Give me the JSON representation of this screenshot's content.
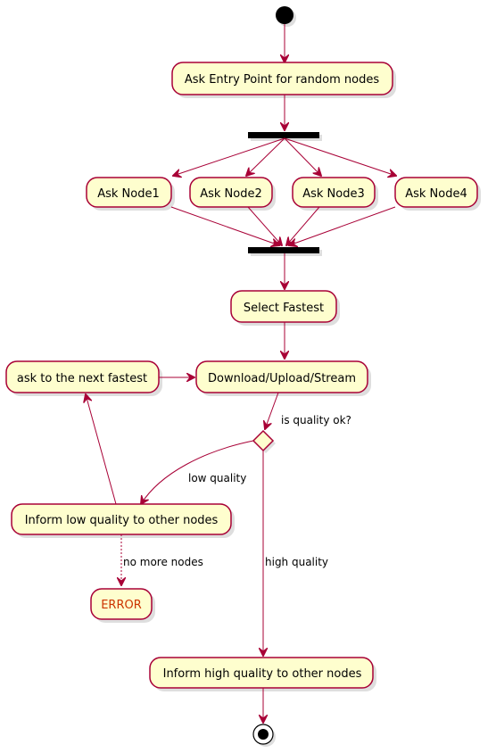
{
  "nodes": {
    "ask_entry_point": "Ask Entry Point for random nodes",
    "ask_node1": "Ask Node1",
    "ask_node2": "Ask Node2",
    "ask_node3": "Ask Node3",
    "ask_node4": "Ask Node4",
    "select_fastest": "Select Fastest",
    "ask_next_fastest": "ask to the next fastest",
    "download_upload_stream": "Download/Upload/Stream",
    "inform_low_quality": "Inform low quality to other nodes",
    "error": "ERROR",
    "inform_high_quality": "Inform high quality to other nodes"
  },
  "decision": {
    "question": "is quality ok?",
    "low_branch": "low quality",
    "high_branch": "high quality",
    "no_more_nodes": "no more nodes"
  },
  "colors": {
    "node_fill": "#FEFECE",
    "border": "#A80036",
    "error_text": "#CC3300",
    "bar": "#000000"
  }
}
